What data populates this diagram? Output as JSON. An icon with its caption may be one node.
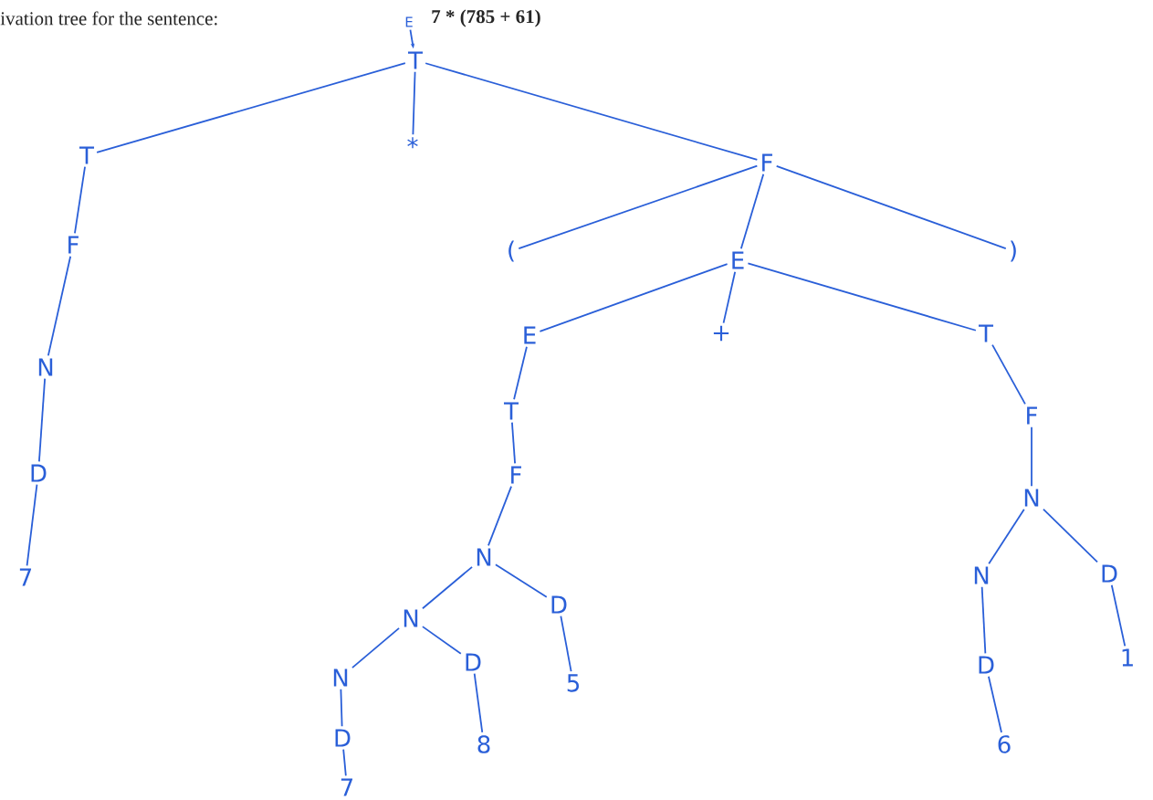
{
  "diagram": {
    "title": "ivation tree for the sentence:",
    "nodes": [
      {
        "text": [
          "E"
        ]
      },
      {
        "text": [
          "T"
        ]
      },
      {
        "text": [
          "T"
        ]
      },
      {
        "text": [
          "*"
        ]
      },
      {
        "text": [
          "F"
        ]
      },
      {
        "text": [
          "F"
        ]
      },
      {
        "text": [
          "N"
        ]
      },
      {
        "text": [
          "D"
        ]
      },
      {
        "text": [
          "7"
        ]
      },
      {
        "text": [
          "("
        ]
      },
      {
        "text": [
          "E"
        ]
      },
      {
        "text": [
          ")"
        ]
      },
      {
        "text": [
          "E"
        ]
      },
      {
        "text": [
          "+"
        ]
      },
      {
        "text": [
          "T"
        ]
      },
      {
        "text": [
          "T"
        ]
      },
      {
        "text": [
          "F"
        ]
      },
      {
        "text": [
          "F"
        ]
      },
      {
        "text": [
          "N"
        ]
      },
      {
        "text": [
          "N"
        ]
      },
      {
        "text": [
          "N"
        ]
      },
      {
        "text": [
          "D"
        ]
      },
      {
        "text": [
          "N"
        ]
      },
      {
        "text": [
          "D"
        ]
      },
      {
        "text": [
          "N"
        ]
      },
      {
        "text": [
          "D"
        ]
      },
      {
        "text": [
          "5"
        ]
      },
      {
        "text": [
          "D"
        ]
      },
      {
        "text": [
          "1"
        ]
      },
      {
        "text": [
          "D"
        ]
      },
      {
        "text": [
          "8"
        ]
      },
      {
        "text": [
          "6"
        ]
      },
      {
        "text": [
          "7"
        ]
      }
    ],
    "edges": [
      {
        "from": 0,
        "to": 1,
        "arrow": "to"
      },
      {
        "from": 1,
        "to": 2,
        "arrow": "none"
      },
      {
        "from": 1,
        "to": 3,
        "arrow": "none"
      },
      {
        "from": 1,
        "to": 4,
        "arrow": "none"
      },
      {
        "from": 2,
        "to": 5,
        "arrow": "none"
      },
      {
        "from": 5,
        "to": 6,
        "arrow": "none"
      },
      {
        "from": 6,
        "to": 7,
        "arrow": "none"
      },
      {
        "from": 7,
        "to": 8,
        "arrow": "none"
      },
      {
        "from": 4,
        "to": 9,
        "arrow": "none"
      },
      {
        "from": 4,
        "to": 10,
        "arrow": "none"
      },
      {
        "from": 4,
        "to": 11,
        "arrow": "none"
      },
      {
        "from": 10,
        "to": 12,
        "arrow": "none"
      },
      {
        "from": 10,
        "to": 13,
        "arrow": "none"
      },
      {
        "from": 10,
        "to": 14,
        "arrow": "none"
      },
      {
        "from": 12,
        "to": 15,
        "arrow": "none"
      },
      {
        "from": 15,
        "to": 16,
        "arrow": "none"
      },
      {
        "from": 16,
        "to": 18,
        "arrow": "none"
      },
      {
        "from": 18,
        "to": 20,
        "arrow": "none"
      },
      {
        "from": 18,
        "to": 21,
        "arrow": "none"
      },
      {
        "from": 20,
        "to": 24,
        "arrow": "none"
      },
      {
        "from": 20,
        "to": 25,
        "arrow": "none"
      },
      {
        "from": 24,
        "to": 29,
        "arrow": "none"
      },
      {
        "from": 29,
        "to": 32,
        "arrow": "none"
      },
      {
        "from": 25,
        "to": 30,
        "arrow": "none"
      },
      {
        "from": 21,
        "to": 26,
        "arrow": "none"
      },
      {
        "from": 14,
        "to": 17,
        "arrow": "none"
      },
      {
        "from": 17,
        "to": 19,
        "arrow": "none"
      },
      {
        "from": 19,
        "to": 22,
        "arrow": "none"
      },
      {
        "from": 19,
        "to": 23,
        "arrow": "none"
      },
      {
        "from": 22,
        "to": 27,
        "arrow": "none"
      },
      {
        "from": 27,
        "to": 31,
        "arrow": "none"
      },
      {
        "from": 23,
        "to": 28,
        "arrow": "none"
      }
    ],
    "labels": [
      "7 * (785 + 61)"
    ]
  }
}
